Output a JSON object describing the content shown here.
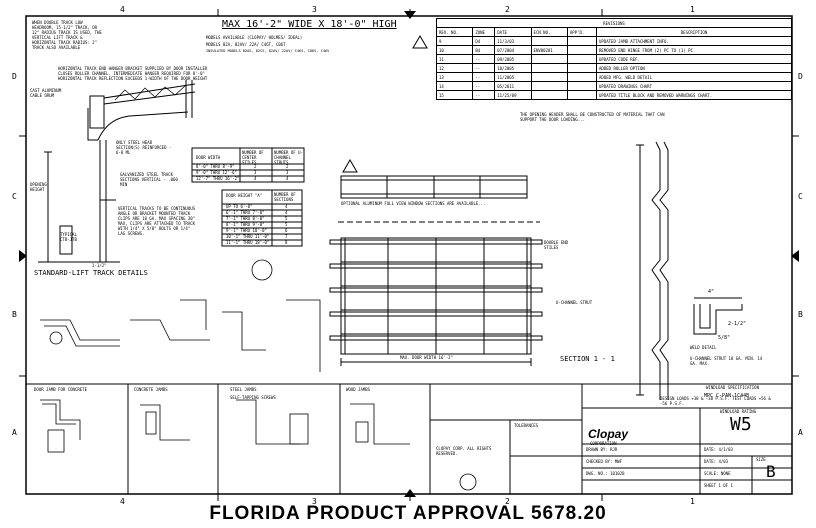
{
  "header": {
    "title": "MAX 16'-2\" WIDE X 18'-0\" HIGH",
    "models_1": "MODELS AVAILABLE (CLOPAY/ HOLMES/ IDEAL)",
    "models_2": "MODELS 82A, 82AV/ 22A/ C46T, C06T",
    "models_3": "INSULATED MODELS 82AS, 82CS, 82AV/ 22AV/ C46S, C06S, C46V"
  },
  "zones": {
    "columns": [
      "4",
      "3",
      "2",
      "1"
    ],
    "rows": [
      "D",
      "C",
      "B",
      "A"
    ]
  },
  "revisions": {
    "title": "REVISIONS",
    "headers": [
      "REV. NO.",
      "ZONE",
      "DATE",
      "ECN NO.",
      "APP'D.",
      "DESCRIPTION"
    ],
    "rows": [
      [
        "9",
        "D4",
        "11/3/03",
        "",
        "",
        "UPDATED JAMB ATTACHMENT INFO."
      ],
      [
        "10",
        "B4",
        "07/2004",
        "ENV00281",
        "",
        "REMOVED END HINGE FROM (2) PC TO (1) PC"
      ],
      [
        "11",
        "--",
        "09/2005",
        "",
        "",
        "UPDATED CODE REF."
      ],
      [
        "12",
        "--",
        "10/2005",
        "",
        "",
        "ADDED ROLLER OPTION"
      ],
      [
        "13",
        "--",
        "11/2005",
        "",
        "",
        "ADDED MFG. WELD DETAIL"
      ],
      [
        "14",
        "--",
        "05/2011",
        "",
        "",
        "UPDATED DRAWINGS CHART"
      ],
      [
        "15",
        "--",
        "11/25/09",
        "",
        "",
        "UPDATED TITLE BLOCK AND REMOVED WARNINGS CHART."
      ]
    ]
  },
  "left_notes": {
    "double_track": "WHEN DOUBLE TRACK LOW HEADROOM, 15-1/2\" TRACK, OR 12\" RADIUS TRACK IS USED, THE VERTICAL LIFT TRACK & HORIZONTAL TRACK RADIUS: 2\" TRACK ALSO AVAILABLE",
    "horizontal_track": "HORIZONTAL TRACK END HANGER BRACKET SUPPLIED BY DOOR INSTALLER CLOSES ROLLER CHANNEL. INTERMEDIATE HANGER REQUIRED FOR 8'-0\" HORIZONTAL TRACK REFLECTION EXCEEDS 1-WIDTH OF THE DOOR HEIGHT",
    "cast_aluminum": "CAST ALUMINUM CABLE DRUM",
    "steel_header": "ONLY STEEL HEAD SECTION(S) REINFORCED - 6-8 ML",
    "galvanized": "GALVANIZED STEEL TRACK SECTIONS VERTICAL - .060 MIN",
    "opening_height": "OPENING HEIGHT",
    "typical": "TYPICAL CTB-JTB",
    "vertical": "VERTICAL TRACKS TO BE CONTINUOUS ANGLE OR BRACKET MOUNTED TRACK CLIPS ARE 18 GA. MAX SPACING 30\" MAX, CLIPS ARE ATTACHED TO TRACK WITH 1/4\" X 5/8\" BOLTS OR 1/4\" LAG SCREWS.",
    "dim_12": "1-1/2\"",
    "track_details": "STANDARD-LIFT TRACK DETAILS"
  },
  "door_width_table": {
    "headers": [
      "DOOR WIDTH",
      "NUMBER OF CENTER STILES",
      "NUMBER OF U-CHANNEL STRUTS"
    ],
    "rows": [
      [
        "8'-0\" THRU 8'-9\"",
        "2",
        "2"
      ],
      [
        "9'-0\" THRU 12'-6\"",
        "3",
        "3"
      ],
      [
        "12'-7\" THRU 16'-2\"",
        "4",
        "4"
      ]
    ]
  },
  "door_height_table": {
    "headers": [
      "DOOR HEIGHT \"A\"",
      "NUMBER OF SECTIONS"
    ],
    "rows": [
      [
        "UP TO 6'-0\"",
        "4"
      ],
      [
        "6'-1\" THRU 7'-0\"",
        "4"
      ],
      [
        "7'-1\" THRU 8'-0\"",
        "5"
      ],
      [
        "8'-1\" THRU 9'-0\"",
        "5"
      ],
      [
        "9'-1\" THRU 10'-0\"",
        "6"
      ],
      [
        "10'-1\" THRU 11'-0\"",
        "7"
      ],
      [
        "11'-1\" THRU 18'-0\"",
        "8"
      ]
    ]
  },
  "elevation": {
    "note": "OPTIONAL ALUMINUM FULL VIEW WINDOW SECTIONS ARE AVAILABLE...",
    "max_width": "MAX. DOOR WIDTH 16'-2\"",
    "end_stiles": "DOUBLE END STILES",
    "section_label": "SECTION 1 - 1",
    "u_channel": "U-CHANNEL STRUT"
  },
  "right_notes": {
    "opening_header": "THE OPENING HEADER SHALL BE CONSTRUCTED OF MATERIAL THAT CAN SUPPORT THE DOOR LOADING...",
    "weld": "WELD DETAIL",
    "dim_4": "4\"",
    "dim_2_1_2": "2-1/2\"",
    "dim_5_8": "5/8\"",
    "u_strut": "U-CHANNEL STRUT 18 GA. MIN. 14 GA. MAX.",
    "design_loads": "DESIGN LOADS +38 & -38 P.S.F. TEST LOADS +56 & -56 P.S.F."
  },
  "bottom_details": {
    "jamb_concrete": "DOOR JAMB FOR CONCRETE",
    "jamb_wood": "CONCRETE JAMBS",
    "jamb_steel": "STEEL JAMBS",
    "wood_jamb": "WOOD JAMBS",
    "self_tapping": "SELF-TAPPING SCREWS",
    "clopay": "CLOPAY CORP. ALL RIGHTS RESERVED."
  },
  "title_block": {
    "company": "Clopay",
    "subcompany": "CORPORATION",
    "drawing_title_1": "WINDLOAD SPECIFICATION",
    "drawing_title_2": "MPC C-PAN-1C44B",
    "drawing_title_3": "WINDLOAD RATING",
    "rating": "W5",
    "drawn_by": "DRAWN BY: RJR",
    "checked_by": "CHECKED BY: MWF",
    "date": "DATE: 4/1/03",
    "date2": "DATE: 4/03",
    "scale": "SCALE: NONE",
    "sheet": "SHEET 1 OF 1",
    "dwg_no": "DWG. NO.: 101028",
    "size": "SIZE",
    "size_val": "B",
    "tolerances": "TOLERANCES"
  },
  "footer": {
    "text": "FLORIDA PRODUCT APPROVAL 5678.20"
  }
}
